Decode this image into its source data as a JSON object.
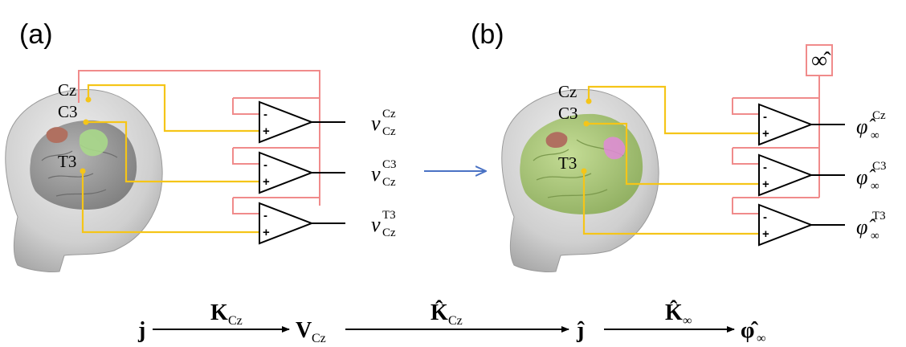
{
  "panels": {
    "a": {
      "label": "(a)"
    },
    "b": {
      "label": "(b)"
    }
  },
  "electrodes": {
    "cz": "Cz",
    "c3": "C3",
    "t3": "T3"
  },
  "pins": {
    "minus": "-",
    "plus": "+"
  },
  "outputs_a": [
    {
      "main": "v",
      "sup": "Cz",
      "sub": "Cz"
    },
    {
      "main": "v",
      "sup": "C3",
      "sub": "Cz"
    },
    {
      "main": "v",
      "sup": "T3",
      "sub": "Cz"
    }
  ],
  "outputs_b": [
    {
      "main": "φ̂",
      "sup": "Cz",
      "sub": "∞"
    },
    {
      "main": "φ̂",
      "sup": "C3",
      "sub": "∞"
    },
    {
      "main": "φ̂",
      "sup": "T3",
      "sub": "∞"
    }
  ],
  "infinity_box": "∞̂",
  "equation": {
    "j": "j",
    "k_cz": "K",
    "k_cz_sub": "Cz",
    "v": "V",
    "v_sub": "Cz",
    "khat_cz": "K̂",
    "khat_cz_sub": "Cz",
    "jhat": "ĵ",
    "khat_inf": "K̂",
    "khat_inf_sub": "∞",
    "phihat": "φ̂",
    "phihat_sub": "∞"
  },
  "colors": {
    "reference_wire": "#f08b8b",
    "signal_wire": "#f5c518",
    "transition_arrow": "#4a72c4",
    "head": "#d9d9d9",
    "brain": "#9a9a9a",
    "cortex_b": "#a8c77a",
    "region_red": "#b07060",
    "region_green": "#a8d88a",
    "region_pink": "#e08ad8"
  }
}
